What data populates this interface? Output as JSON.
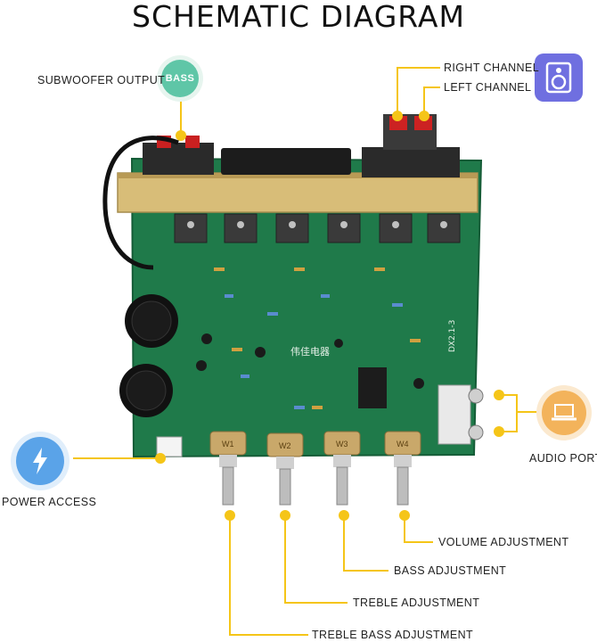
{
  "title": "SCHEMATIC DIAGRAM",
  "labels": {
    "subwoofer_output": "SUBWOOFER OUTPUT",
    "right_channel": "RIGHT CHANNEL",
    "left_channel": "LEFT CHANNEL",
    "audio_port": "AUDIO PORT",
    "power_access": "POWER ACCESS",
    "volume_adjustment": "VOLUME ADJUSTMENT",
    "bass_adjustment": "BASS ADJUSTMENT",
    "treble_adjustment": "TREBLE ADJUSTMENT",
    "treble_bass_adjustment": "TREBLE BASS ADJUSTMENT"
  },
  "icons": {
    "bass_badge_text": "BASS",
    "bass_badge": "bass-icon",
    "speaker": "speaker-icon",
    "laptop": "laptop-icon",
    "power": "lightning-icon"
  },
  "board": {
    "brand_text": "伟佳电器",
    "model_text": "DX2.1-3",
    "potentiometer_labels": [
      "W1",
      "W2",
      "W3",
      "W4"
    ]
  },
  "colors": {
    "callout": "#f5c518",
    "pcb": "#1f7a4a",
    "heatsink": "#d8bd78",
    "bass_badge": "#5fc6a7",
    "speaker_badge": "#6f6fe0",
    "laptop_badge": "#f3b35b",
    "power_badge": "#5aa3e8"
  }
}
